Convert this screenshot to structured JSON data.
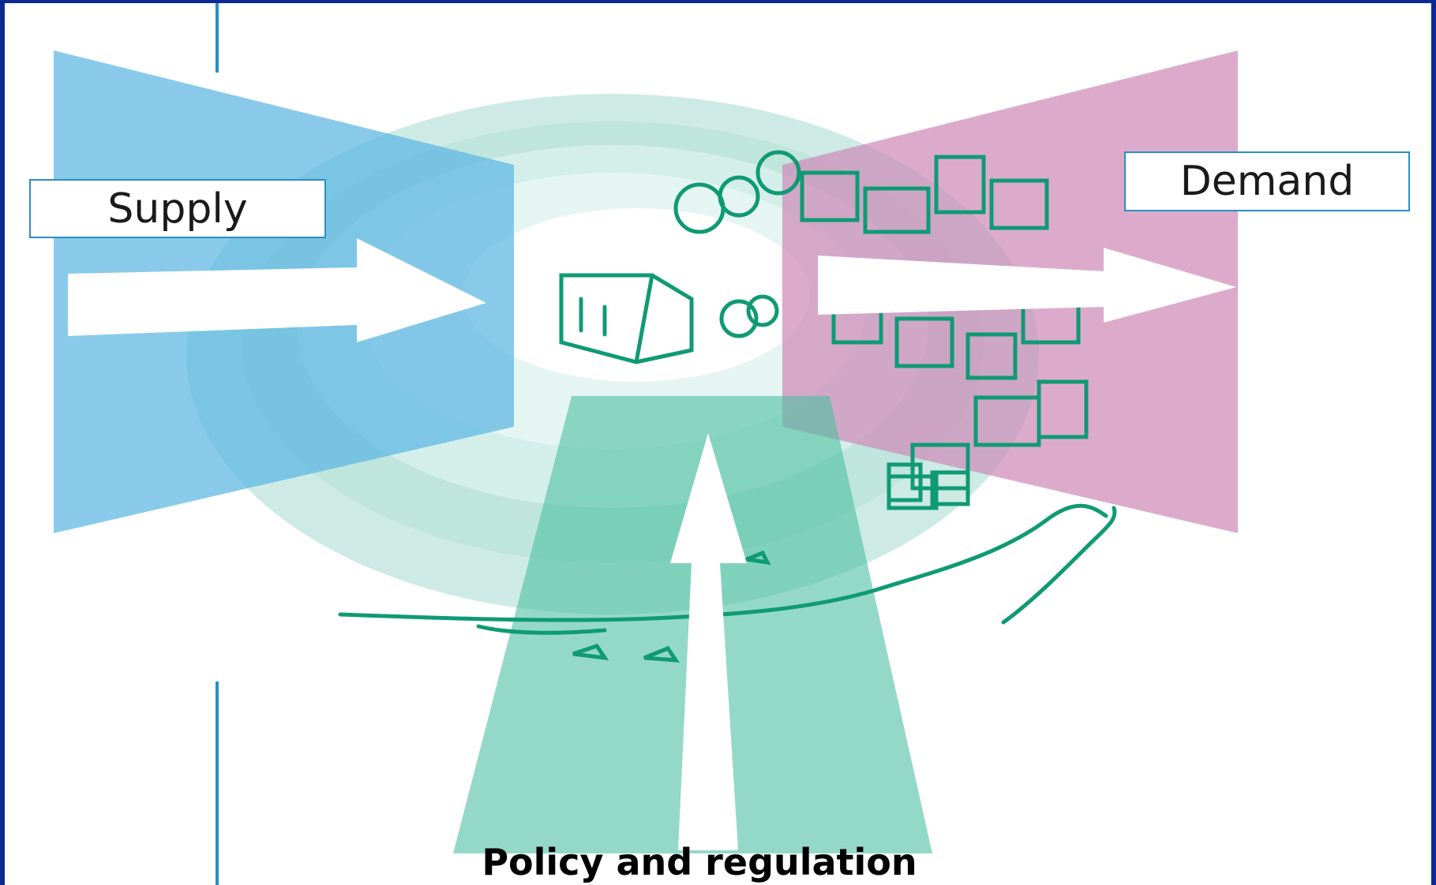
{
  "labels": {
    "supply": "Supply",
    "demand": "Demand",
    "policy": "Policy and regulation"
  },
  "colors": {
    "frame": "#0b2b93",
    "supply": "#5bb6e3",
    "demand": "#cf8ab8",
    "policy": "#4dbfa1",
    "sketch": "#0f9a74"
  }
}
